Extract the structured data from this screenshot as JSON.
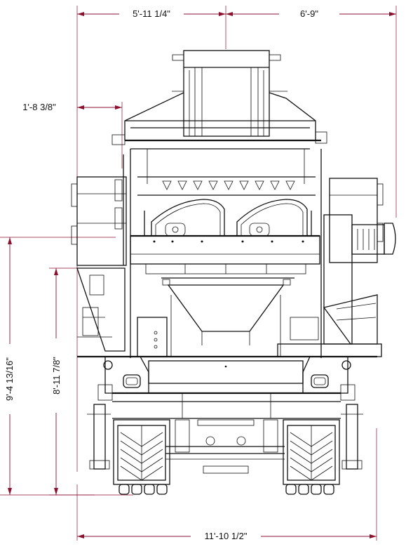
{
  "colors": {
    "line": "#111111",
    "dimension": "#8a1230",
    "background": "#ffffff"
  },
  "dimensions": {
    "top_left_width": "5'-11 1/4\"",
    "top_right_width": "6'-9\"",
    "side_offset": "1'-8 3/8\"",
    "overall_height": "9'-4 13/16\"",
    "frame_height": "8'-11 7/8\"",
    "overall_width": "11'-10 1/2\""
  }
}
